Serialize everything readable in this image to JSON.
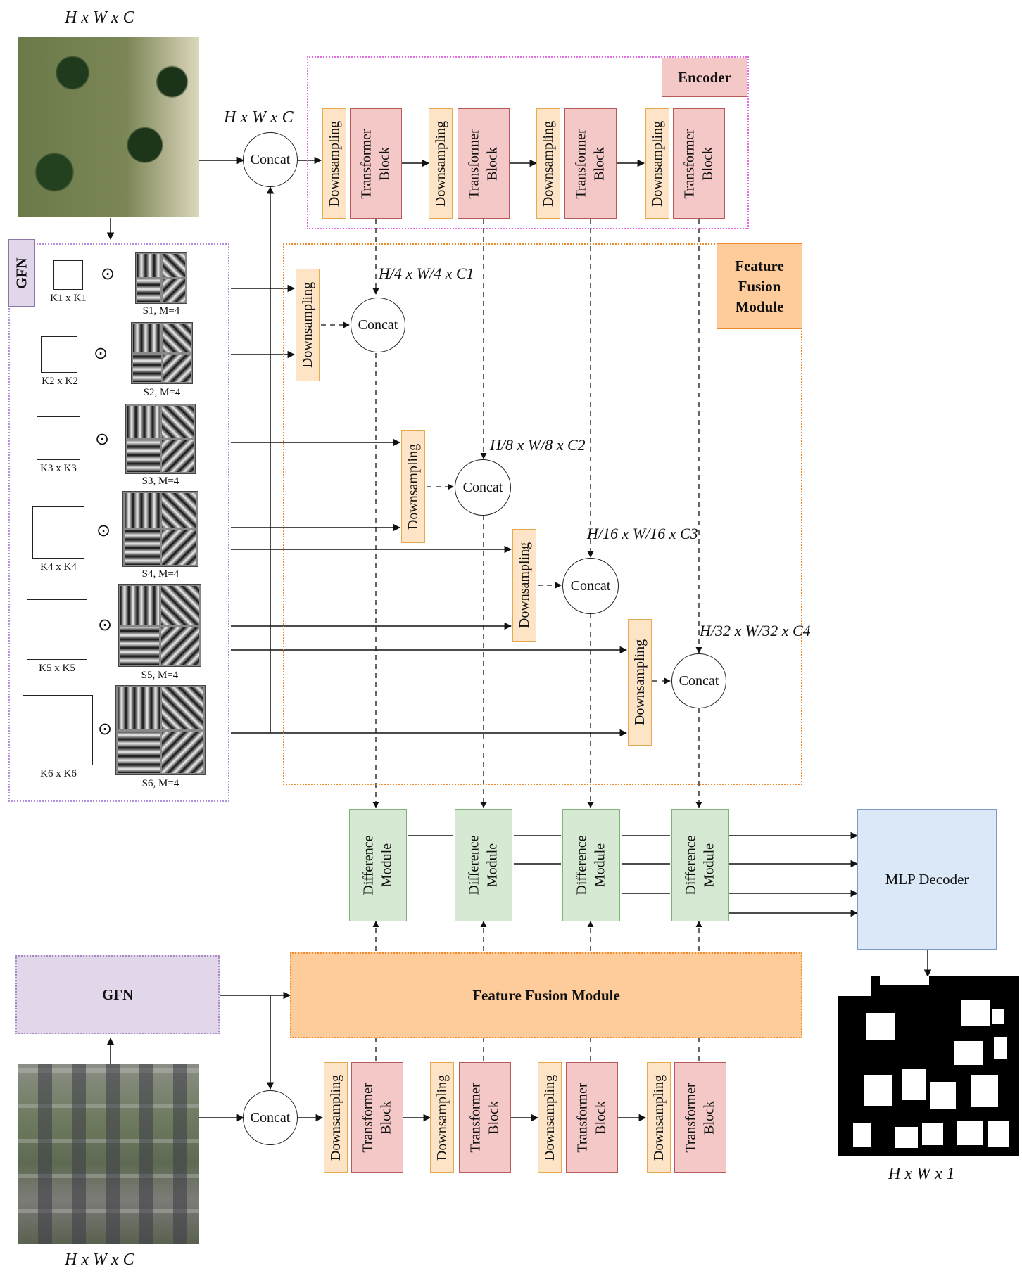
{
  "dims": {
    "top_input": "H x W x C",
    "concat_input": "H x W x C",
    "bottom_input": "H x W x C",
    "output": "H x W x 1",
    "stage1": "H/4 x W/4 x C1",
    "stage2": "H/8 x W/8 x C2",
    "stage3": "H/16 x W/16 x C3",
    "stage4": "H/32 x W/32 x C4"
  },
  "labels": {
    "encoder": "Encoder",
    "ffm_small": "Feature Fusion Module",
    "ffm_big": "Feature Fusion Module",
    "gfn_vertical": "GFN",
    "gfn_bottom": "GFN",
    "mlp_decoder": "MLP Decoder",
    "concat": "Concat",
    "downsampling": "Downsampling",
    "transformer_block": "Transformer\nBlock",
    "difference_module": "Difference\nModule",
    "odot": "⊙"
  },
  "gfn_kernels": [
    {
      "k": "K1 x K1",
      "s": "S1, M=4"
    },
    {
      "k": "K2 x K2",
      "s": "S2, M=4"
    },
    {
      "k": "K3 x K3",
      "s": "S3, M=4"
    },
    {
      "k": "K4 x K4",
      "s": "S4, M=4"
    },
    {
      "k": "K5 x K5",
      "s": "S5, M=4"
    },
    {
      "k": "K6 x K6",
      "s": "S6, M=4"
    }
  ],
  "colors": {
    "encoder_border": "#e66be6",
    "ffm_border": "#ee8a2a",
    "gfn_border": "#b48ee0",
    "downsampling_fill": "#fde4c6",
    "transformer_fill": "#f5c8c8",
    "difference_fill": "#d6e9d2",
    "decoder_fill": "#dae8f8",
    "gfn_fill": "#e2d6ea",
    "ffm_fill": "#fdcc9a"
  }
}
